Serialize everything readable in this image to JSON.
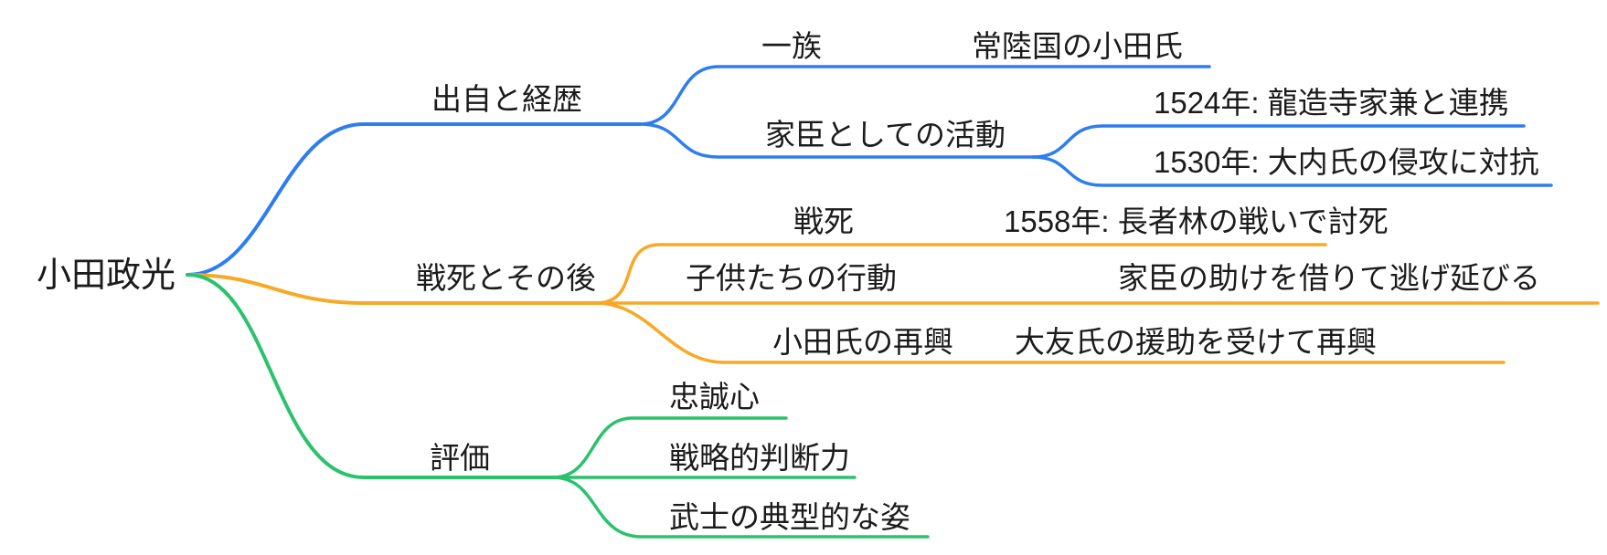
{
  "mindmap": {
    "type": "mindmap",
    "background": "#ffffff",
    "text_color": "#1b1b1b",
    "root": {
      "label": "小田政光"
    },
    "branches": [
      {
        "label": "出自と経歴",
        "color": "#2E7DF0",
        "children": [
          {
            "label": "一族",
            "children": [
              {
                "label": "常陸国の小田氏"
              }
            ]
          },
          {
            "label": "家臣としての活動",
            "children": [
              {
                "label": "1524年: 龍造寺家兼と連携"
              },
              {
                "label": "1530年: 大内氏の侵攻に対抗"
              }
            ]
          }
        ]
      },
      {
        "label": "戦死とその後",
        "color": "#F9A825",
        "children": [
          {
            "label": "戦死",
            "children": [
              {
                "label": "1558年: 長者林の戦いで討死"
              }
            ]
          },
          {
            "label": "子供たちの行動",
            "children": [
              {
                "label": "家臣の助けを借りて逃げ延びる"
              }
            ]
          },
          {
            "label": "小田氏の再興",
            "children": [
              {
                "label": "大友氏の援助を受けて再興"
              }
            ]
          }
        ]
      },
      {
        "label": "評価",
        "color": "#2BC26C",
        "children": [
          {
            "label": "忠誠心"
          },
          {
            "label": "戦略的判断力"
          },
          {
            "label": "武士の典型的な姿"
          }
        ]
      }
    ]
  }
}
